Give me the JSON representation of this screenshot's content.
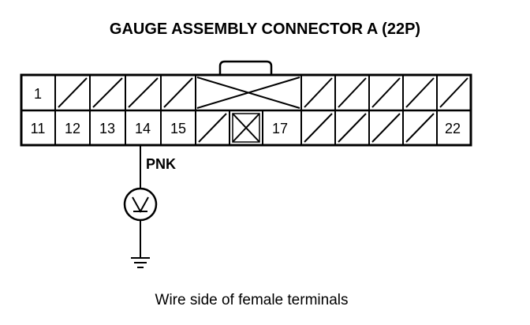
{
  "title": "GAUGE ASSEMBLY CONNECTOR A (22P)",
  "connector": {
    "top_row": [
      {
        "label": "1",
        "kind": "terminal"
      },
      {
        "label": "",
        "kind": "empty"
      },
      {
        "label": "",
        "kind": "empty"
      },
      {
        "label": "",
        "kind": "empty"
      },
      {
        "label": "",
        "kind": "empty"
      },
      {
        "label": "",
        "kind": "lock"
      },
      {
        "label": "",
        "kind": "empty"
      },
      {
        "label": "",
        "kind": "empty"
      },
      {
        "label": "",
        "kind": "empty"
      },
      {
        "label": "",
        "kind": "empty"
      }
    ],
    "bottom_row": [
      {
        "label": "11",
        "kind": "terminal"
      },
      {
        "label": "12",
        "kind": "terminal"
      },
      {
        "label": "13",
        "kind": "terminal"
      },
      {
        "label": "14",
        "kind": "terminal"
      },
      {
        "label": "15",
        "kind": "terminal"
      },
      {
        "label": "",
        "kind": "empty"
      },
      {
        "label": "",
        "kind": "crossed"
      },
      {
        "label": "17",
        "kind": "terminal"
      },
      {
        "label": "",
        "kind": "empty"
      },
      {
        "label": "",
        "kind": "empty"
      },
      {
        "label": "",
        "kind": "empty"
      },
      {
        "label": "",
        "kind": "empty"
      },
      {
        "label": "22",
        "kind": "terminal"
      }
    ]
  },
  "probe": {
    "terminal": "14",
    "wire_color": "PNK",
    "meter": "voltmeter-icon",
    "ground": "ground-icon"
  },
  "caption": "Wire side of female terminals"
}
